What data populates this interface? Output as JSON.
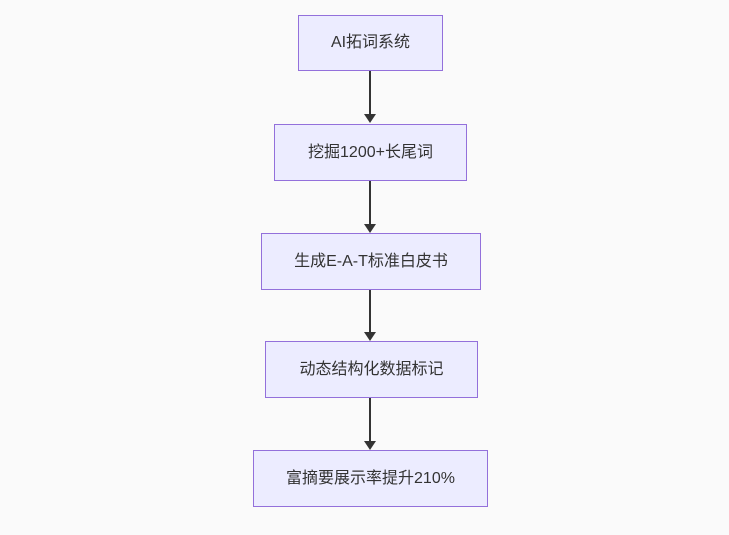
{
  "theme": {
    "background": "#fafafa",
    "node_fill": "#ececff",
    "node_border": "#9370db",
    "node_text": "#333333",
    "arrow_color": "#333333"
  },
  "flowchart": {
    "type": "flowchart",
    "direction": "top-down",
    "nodes": [
      {
        "label": "AI拓词系统"
      },
      {
        "label": "挖掘1200+长尾词"
      },
      {
        "label": "生成E-A-T标准白皮书"
      },
      {
        "label": "动态结构化数据标记"
      },
      {
        "label": "富摘要展示率提升210%"
      }
    ],
    "edges": [
      {
        "from": 0,
        "to": 1,
        "style": "arrow-down"
      },
      {
        "from": 1,
        "to": 2,
        "style": "arrow-down"
      },
      {
        "from": 2,
        "to": 3,
        "style": "arrow-down"
      },
      {
        "from": 3,
        "to": 4,
        "style": "arrow-down"
      }
    ]
  }
}
